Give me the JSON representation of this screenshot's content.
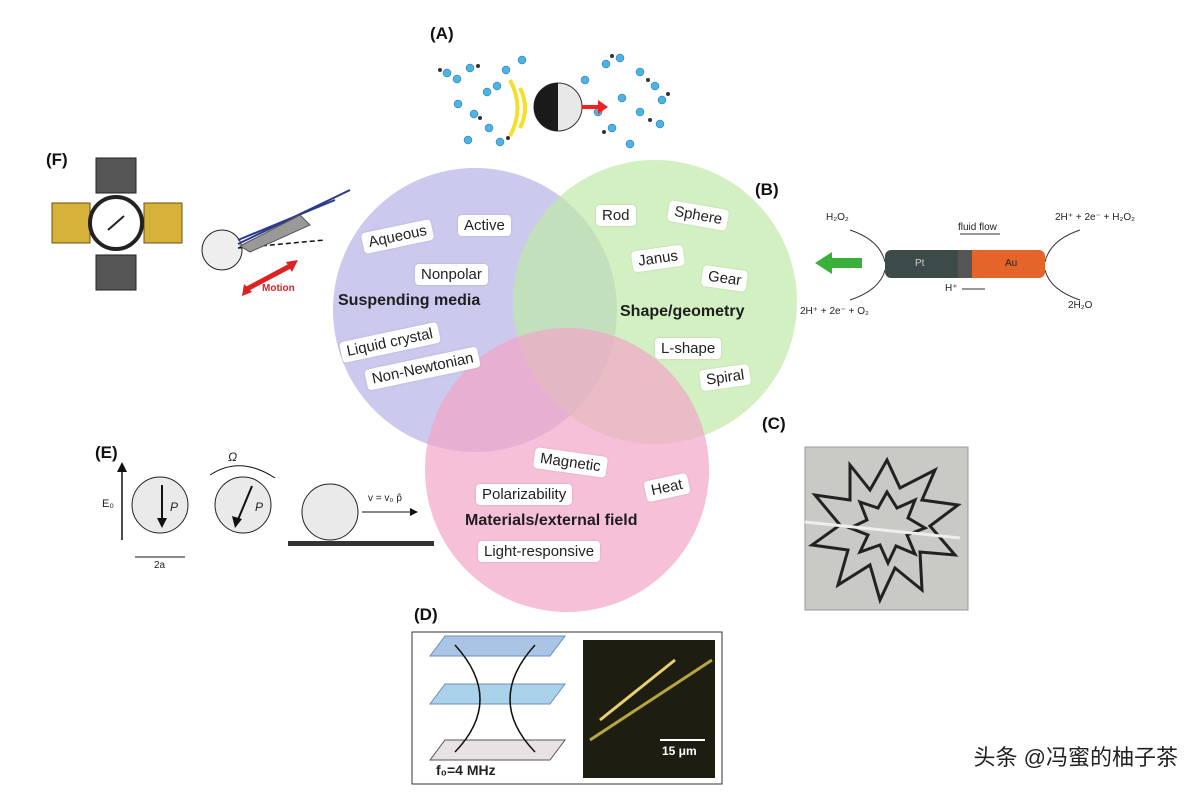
{
  "panels": {
    "a": "(A)",
    "b": "(B)",
    "c": "(C)",
    "d": "(D)",
    "e": "(E)",
    "f": "(F)"
  },
  "venn": {
    "categories": {
      "media": "Suspending media",
      "shape": "Shape/geometry",
      "materials": "Materials/external field"
    },
    "media_tags": [
      "Aqueous",
      "Active",
      "Nonpolar",
      "Liquid crystal",
      "Non-Newtonian"
    ],
    "shape_tags": [
      "Rod",
      "Sphere",
      "Janus",
      "Gear",
      "L-shape",
      "Spiral"
    ],
    "materials_tags": [
      "Magnetic",
      "Heat",
      "Polarizability",
      "Light-responsive"
    ],
    "colors": {
      "media": "#b9b7e8",
      "shape": "#bfe9a8",
      "materials": "#f2a5c8"
    }
  },
  "panel_b": {
    "h2o2": "H₂O₂",
    "fluid_flow": "fluid flow",
    "right_top": "2H⁺ + 2e⁻ + H₂O₂",
    "left_bottom": "2H⁺ + 2e⁻ + O₂",
    "right_bottom": "2H₂O",
    "pt": "Pt",
    "au": "Au",
    "hplus": "H⁺"
  },
  "panel_d": {
    "freq": "f₀=4 MHz",
    "scale": "15 μm"
  },
  "panel_e": {
    "field": "E₀",
    "p": "P",
    "omega": "Ω",
    "width": "2a",
    "velocity": "v = v₀ p̂"
  },
  "panel_f": {
    "motion": "Motion"
  },
  "watermark": "头条 @冯蜜的柚子茶"
}
